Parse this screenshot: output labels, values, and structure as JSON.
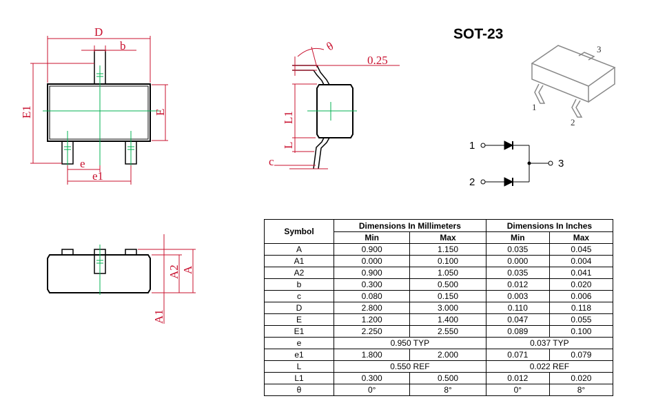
{
  "title": "SOT-23",
  "dimension_labels": {
    "D": "D",
    "b": "b",
    "E1": "E1",
    "E": "E",
    "e": "e",
    "e1": "e1",
    "theta": "θ",
    "dim_025": "0.25",
    "L1": "L1",
    "L": "L",
    "c": "c",
    "A2": "A2",
    "A": "A",
    "A1": "A1"
  },
  "package_pins": [
    "1",
    "2",
    "3"
  ],
  "schematic_pins": [
    "1",
    "2",
    "3"
  ],
  "table": {
    "symbol_header": "Symbol",
    "mm_header": "Dimensions In Millimeters",
    "in_header": "Dimensions In Inches",
    "min_label": "Min",
    "max_label": "Max",
    "rows": [
      {
        "symbol": "A",
        "mm_min": "0.900",
        "mm_max": "1.150",
        "in_min": "0.035",
        "in_max": "0.045"
      },
      {
        "symbol": "A1",
        "mm_min": "0.000",
        "mm_max": "0.100",
        "in_min": "0.000",
        "in_max": "0.004"
      },
      {
        "symbol": "A2",
        "mm_min": "0.900",
        "mm_max": "1.050",
        "in_min": "0.035",
        "in_max": "0.041"
      },
      {
        "symbol": "b",
        "mm_min": "0.300",
        "mm_max": "0.500",
        "in_min": "0.012",
        "in_max": "0.020"
      },
      {
        "symbol": "c",
        "mm_min": "0.080",
        "mm_max": "0.150",
        "in_min": "0.003",
        "in_max": "0.006"
      },
      {
        "symbol": "D",
        "mm_min": "2.800",
        "mm_max": "3.000",
        "in_min": "0.110",
        "in_max": "0.118"
      },
      {
        "symbol": "E",
        "mm_min": "1.200",
        "mm_max": "1.400",
        "in_min": "0.047",
        "in_max": "0.055"
      },
      {
        "symbol": "E1",
        "mm_min": "2.250",
        "mm_max": "2.550",
        "in_min": "0.089",
        "in_max": "0.100"
      },
      {
        "symbol": "e",
        "mm_typ": "0.950 TYP",
        "in_typ": "0.037 TYP"
      },
      {
        "symbol": "e1",
        "mm_min": "1.800",
        "mm_max": "2.000",
        "in_min": "0.071",
        "in_max": "0.079"
      },
      {
        "symbol": "L",
        "mm_typ": "0.550 REF",
        "in_typ": "0.022 REF"
      },
      {
        "symbol": "L1",
        "mm_min": "0.300",
        "mm_max": "0.500",
        "in_min": "0.012",
        "in_max": "0.020"
      },
      {
        "symbol": "θ",
        "mm_min": "0°",
        "mm_max": "8°",
        "in_min": "0°",
        "in_max": "8°"
      }
    ]
  },
  "colors": {
    "dimension": "#c8102e",
    "centerline": "#00b050",
    "outline": "#000000"
  }
}
